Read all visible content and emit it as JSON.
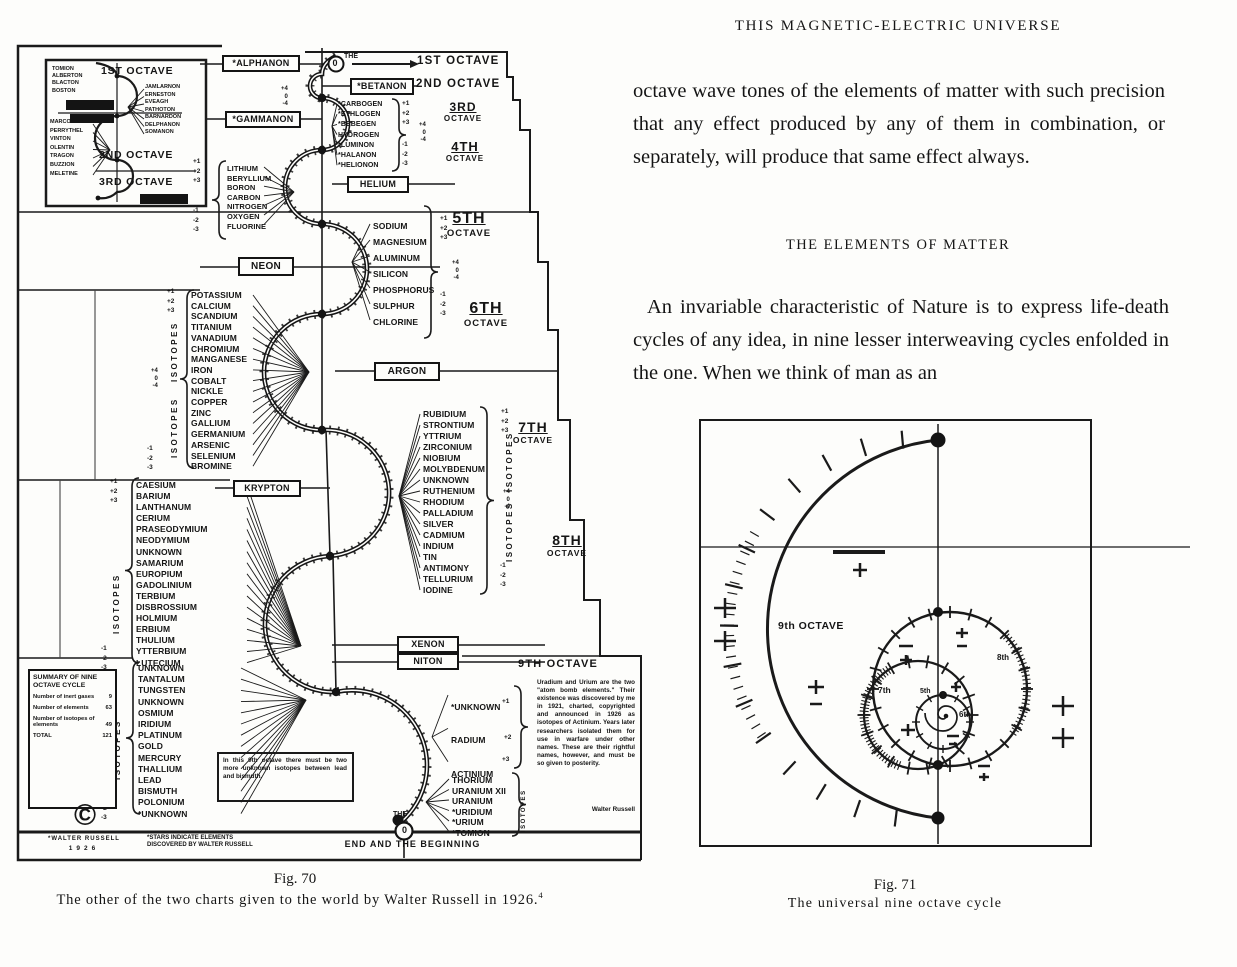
{
  "book": {
    "running_head": "THIS MAGNETIC-ELECTRIC UNIVERSE",
    "paragraph1": "octave wave tones of the elements of matter with such precision that any effect produced by any of them in combination, or separately, will produce that same effect always.",
    "section_heading": "THE ELEMENTS OF MATTER",
    "paragraph2": "An invariable characteristic of Nature is to express life-death cycles of any idea, in nine lesser interweaving cycles enfolded in the one. When we think of man as an"
  },
  "fig70": {
    "caption_fig": "Fig. 70",
    "caption_text": "The other of the two charts given to the world by Walter Russell in 1926.",
    "caption_note_ref": "4",
    "inset": {
      "octave1_label": "1ST OCTAVE",
      "octave2_label": "2ND OCTAVE",
      "octave3_label": "3RD OCTAVE",
      "left_upper": [
        "TOMION",
        "ALBERTON",
        "BLACTON",
        "BOSTON"
      ],
      "left_lower": [
        "MARCONIUS",
        "PERRYTHEL",
        "VINTON",
        "OLENTIN",
        "TRAGON",
        "BUZZION",
        "MELETINE"
      ],
      "right_list": [
        "JAMLARNON",
        "ERNESTON",
        "EVEAGH",
        "PATHOTON",
        "BARNARDON",
        "DELPHANON",
        "SOMANON"
      ]
    },
    "beginning_label": "THE",
    "beginning_symbol": "0",
    "octave_headers": {
      "o1": "1ST OCTAVE",
      "o2": "2ND OCTAVE",
      "o3a": "3RD",
      "o3b": "OCTAVE",
      "o4a": "4TH",
      "o4b": "OCTAVE",
      "o5a": "5TH",
      "o5b": "OCTAVE",
      "o6a": "6TH",
      "o6b": "OCTAVE",
      "o7a": "7TH",
      "o7b": "OCTAVE",
      "o8a": "8TH",
      "o8b": "OCTAVE",
      "o9": "9TH OCTAVE"
    },
    "inert_gases": {
      "alphanon": "*ALPHANON",
      "betanon": "*BETANON",
      "gammanon": "*GAMMANON",
      "helium": "HELIUM",
      "neon": "NEON",
      "argon": "ARGON",
      "krypton": "KRYPTON",
      "xenon": "XENON",
      "niton": "NITON"
    },
    "octave4_elements": [
      "*CARBOGEN",
      "*ETHLOGEN",
      "*BEBEGEN",
      "HYDROGEN",
      "*LUMINON",
      "*HALANON",
      "*HELIONON"
    ],
    "octave4b_elements": [
      "LITHIUM",
      "BERYLLIUM",
      "BORON",
      "CARBON",
      "NITROGEN",
      "OXYGEN",
      "FLUORINE"
    ],
    "octave5_elements": [
      "SODIUM",
      "MAGNESIUM",
      "ALUMINUM",
      "SILICON",
      "PHOSPHORUS",
      "SULPHUR",
      "CHLORINE"
    ],
    "octave6_elements": [
      "POTASSIUM",
      "CALCIUM",
      "SCANDIUM",
      "TITANIUM",
      "VANADIUM",
      "CHROMIUM",
      "MANGANESE",
      "IRON",
      "COBALT",
      "NICKLE",
      "COPPER",
      "ZINC",
      "GALLIUM",
      "GERMANIUM",
      "ARSENIC",
      "SELENIUM",
      "BROMINE"
    ],
    "octave7_elements": [
      "RUBIDIUM",
      "STRONTIUM",
      "YTTRIUM",
      "ZIRCONIUM",
      "NIOBIUM",
      "MOLYBDENUM",
      "UNKNOWN",
      "RUTHENIUM",
      "RHODIUM",
      "PALLADIUM",
      "SILVER",
      "CADMIUM",
      "INDIUM",
      "TIN",
      "ANTIMONY",
      "TELLURIUM",
      "IODINE"
    ],
    "octave8_elements": [
      "CAESIUM",
      "BARIUM",
      "LANTHANUM",
      "CERIUM",
      "PRASEODYMIUM",
      "NEODYMIUM",
      "UNKNOWN",
      "SAMARIUM",
      "EUROPIUM",
      "GADOLINIUM",
      "TERBIUM",
      "DISBROSSIUM",
      "HOLMIUM",
      "ERBIUM",
      "THULIUM",
      "YTTERBIUM",
      "LUTECIUM"
    ],
    "octave9_elements_left": [
      "UNKNOWN",
      "TANTALUM",
      "TUNGSTEN",
      "UNKNOWN",
      "OSMIUM",
      "IRIDIUM",
      "PLATINUM",
      "GOLD",
      "MERCURY",
      "THALLIUM",
      "LEAD",
      "BISMUTH",
      "POLONIUM",
      "*UNKNOWN"
    ],
    "octave9_elements_upper_right": [
      "*UNKNOWN",
      "RADIUM",
      "ACTINIUM"
    ],
    "octave9_elements_lower_right": [
      "THORIUM",
      "URANIUM XII",
      "URANIUM",
      "*URIDIUM",
      "*URIUM",
      "*TOMION"
    ],
    "isotopes_label": "ISOTOPES",
    "charges": {
      "plus": [
        "+1",
        "+2",
        "+3"
      ],
      "minus": [
        "-1",
        "-2",
        "-3"
      ],
      "mid": [
        "+4",
        "0",
        "-4"
      ]
    },
    "note_9th": "Uradium and Urium are the two \"atom bomb elements.\" Their existence was discovered by me in 1921, charted, copyrighted and announced in 1926 as isotopes of Actinium. Years later researchers isolated them for use in warfare under other names. These are their rightful names, however, and must be so given to posterity.",
    "note_9th_signature": "Walter Russell",
    "note_lead_bismuth": "In this 9th octave there must be two more unknown isotopes between lead and bismuth.",
    "summary": {
      "title": "SUMMARY OF NINE OCTAVE CYCLE",
      "rows": [
        {
          "label": "Number of inert gases",
          "value": "9"
        },
        {
          "label": "Number of elements",
          "value": "63"
        },
        {
          "label": "Number of isotopes of elements",
          "value": "49"
        },
        {
          "label": "TOTAL",
          "value": "121"
        }
      ]
    },
    "copyright_symbol": "©",
    "credit": "*WALTER RUSSELL",
    "credit_year": "1926",
    "stars_note": "*STARS INDICATE ELEMENTS DISCOVERED BY WALTER RUSSELL",
    "end_label_the": "THE",
    "end_symbol": "0",
    "end_label": "END AND THE BEGINNING"
  },
  "fig71": {
    "caption_fig": "Fig. 71",
    "caption_text": "The universal nine octave cycle",
    "labels": {
      "ninth": "9th OCTAVE",
      "eighth": "8th",
      "seventh": "7th",
      "sixth": "6th",
      "fifth": "5th"
    }
  }
}
